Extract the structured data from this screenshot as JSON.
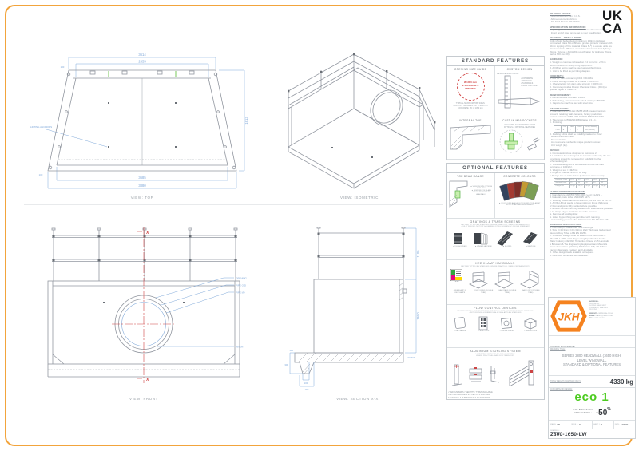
{
  "sheet": {
    "accent_color": "#F2A43C"
  },
  "ukca": {
    "line1": "UK",
    "line2": "CA"
  },
  "views": {
    "top": {
      "label": "VIEW: TOP",
      "dim_top_outer": "3614",
      "dim_top_inner": "2655",
      "dim_right": "1913",
      "dim_bottom_inner": "3685",
      "dim_bottom_outer": "3880",
      "dim_wall_thk": "100",
      "dim_base_edge": "100",
      "leader_note": "LIFTING ANCHORS"
    },
    "isometric": {
      "label": "VIEW: ISOMETRIC"
    },
    "front": {
      "label": "VIEW: FRONT",
      "leader_opening": "OPENING",
      "leader_pipe_od": "PIPE O/D",
      "leader_pipe_id": "PIPE I/D",
      "leader_invert": "INVERT",
      "section_marker": "X"
    },
    "section": {
      "label": "VIEW: SECTION X-X",
      "dim_rail_height": "1100",
      "dim_wall_height": "1650",
      "dim_wall_thk": "100 TYP",
      "dim_slab_edge": "100",
      "dim_base_depth": "300",
      "dim_toe_width": "100",
      "dim_toe_offset": "150"
    }
  },
  "standard_features": {
    "title": "STANDARD FEATURES",
    "opening_guide": {
      "title": "OPENING SIZE GUIDE",
      "circle_line1": "Ø 1000 mm",
      "circle_line2": "◄ MAXIMUM ►",
      "circle_line3": "OPENING",
      "note_title": "TYPICAL MAXIMUM PIPE SIZES:",
      "note_line1": "PLASTIC / TWINWALL: I/D: Ø 1050 mm",
      "note_line2": "CONCRETE: I/D: Ø 1050 mm"
    },
    "custom_design": {
      "title": "CUSTOM DESIGN",
      "subtitle": "BESPOKE SOLUTIONS...",
      "bullets": [
        "•  CONCRETE",
        "•  DRAINAGE",
        "•  HANDRAILS",
        "•  FLOW CONTROL"
      ]
    },
    "integral_toe": {
      "title": "INTEGRAL TOE"
    },
    "cast_in": {
      "title": "CAST-IN M16 SOCKETS",
      "line1": "ACCURATE ALIGNMENT TO JOINT",
      "line2": "FITTINGS & OPTIONAL FEATURES"
    }
  },
  "optional_features": {
    "title": "OPTIONAL FEATURES",
    "toe_beam": {
      "title": "TOE BEAM RANGE",
      "bullets": [
        "▲ VARIOUS SIZE OPTIONS AVAILABLE",
        "▲ BESPOKE TOE SLABS CAN BE RETROFIT TO HEADWALLS"
      ]
    },
    "colours": {
      "title": "CONCRETE COLOURS",
      "bullet": "▲ 34 COLOURS AVAILABLE TO BLEND YOUR ASSET INTO ITS NATURAL ENVIRONMENT"
    },
    "gratings": {
      "title": "GRATINGS & TRASH SCREENS",
      "sub1": "FACTORY FITTED (AS STANDARD / WHERE PRACTICAL / SAFE FOR TRANSPORT)",
      "sub2": "•  FULLY WELDED, HOT DIP GALVANISED STEEL IN BS EN ISO 1461 AS STANDARD",
      "items": [
        "▲ FLUSH (FIXED)",
        "▲ HINGED (ACCESS)",
        "▲ SLOPED",
        "▲ BESPOKE"
      ]
    },
    "handrails": {
      "title": "KEE KLAMP HANDRAILS",
      "sub1": "FACTORY FITTED (AS STANDARD / WHERE PRACTICAL / SAFE FOR TRANSPORT)",
      "logo": "Kee Safety",
      "tube": "Ø #8",
      "items": [
        "• KEE KLAMP #8 KEYCLAMPS",
        "• FULLY FIXED (DOUBLE TUBE)",
        "• HALF RAILS (DOUBLE TUBE)",
        "• BACK ONLY (DOUBLE TUBE)"
      ]
    },
    "flow_control": {
      "title": "FLOW CONTROL DEVICES",
      "sub1": "FACTORY FITTED / CHECKED WHERE PRACTICAL / SAFE FOR TRANSPORT AS STANDARD",
      "sub2": "•  WITH FIXINGS & RUBBER SEALS / SEALANTS AS STANDARD",
      "items": [
        "• FLAP VALVES",
        "• PENSTOCKS",
        "• ORIFICE PLATES",
        "• WEIR BLOCKS"
      ]
    },
    "stoplog": {
      "title": "ALUMINIUM STOPLOG SYSTEM",
      "sub1": "LOWERABLE SAFELY TO RE-SIZE ON DEMAND",
      "sub2": "WHERE PRACTICAL / SAFE FOR TRANSPORT",
      "bullets": [
        "•  VARIOUS SIZES / WEIGHTS / TYPES AVAILABLE",
        "•  LIFTING BRACKETS & T-KEY KITS SUPPLIED,",
        "    EACH WALE & RUBBER SEALS AS STANDARD"
      ]
    }
  },
  "notes": [
    {
      "h": "DRAWING NOTES:",
      "lines": [
        "•  All dimensions in mm U.O.S.",
        "•  All measurements ±2mm.",
        "•  DO NOT SCALE DRAWING."
      ]
    },
    {
      "h": "SPECIFICATION INFORMATION:",
      "lines": [
        "•  Opening in back wall cast to suit outer dimension of pipe.",
        "•  Invert and of pipe can be set to your specification."
      ]
    },
    {
      "h": "HEADWALL INSTALLATION:",
      "lines": [
        "Units should be bedded on minimum 150mm thick well",
        "compacted Class 6N or 6P well graded granular material with",
        "50mm topping of fine material (Class 6L*) to ensure units are",
        "firm and stable. *Manual of contract documents for Highway",
        "Works, Volume 1 (MCHW1) specification for Highway Works,",
        "Series 600 (rev 09)."
      ]
    },
    {
      "h": "HANDLING:",
      "lines": [
        "A.   Weight of concrete is based on 2.4 tonne/m³. +5% is",
        "      recommended for sizing lifting equipment.",
        "B.   All lifting points shall be used as specified below.",
        "C.   Unit to be lifted as per lifting diagram."
      ]
    },
    {
      "h": "CONCRETE:",
      "lines": [
        "A.   Mix ref: Self-compacting DC4 / Db4 Mix.",
        "B.   Lifting strength based on 2 cubes = 20N/mm².",
        "C.   Characteristic (28 day) cube strength = 50N/mm².",
        "D.   Concrete provides Design Chemical Class 4 (DC4) to",
        "      special Digest 1, Table F1."
      ]
    },
    {
      "h": "REINFORCEMENT:",
      "lines": [
        "A.   Reinforcement to BS EN 13369.",
        "B.   Scheduling, dimensions, bends & cutting to BS8666.",
        "C.   Caps to be machine tied with steel wire."
      ]
    },
    {
      "h": "MANUFACTURE:",
      "lines": [
        "A.   Manufacture to BS EN 15258:2008 precast concrete",
        "      products retaining wall elements, factory production",
        "      control certificate 0086-CPR-602948 & BS EN 13369.",
        "B.   Tolerances to BS EN 13369 clause 4.3.1.1.",
        "C.   Finishing:"
      ],
      "table": [
        [
          "",
          "Cast",
          "Sides",
          "Trowel",
          "Face (if formed)"
        ],
        [
          "Class",
          "A",
          "A",
          "U",
          "Std. (smooth)"
        ]
      ]
    },
    {
      "lines": [
        "D.   Marking: Units shall be indelibly marked to show:",
        "•  Mould reference code.",
        "•  De-mould date.",
        "•  Job reference number & unique product number.",
        "•  Unit weight (kg)."
      ]
    },
    {
      "h": "DESIGN:",
      "lines": [
        "A.   Concrete structure designed to Eurocode 2.",
        "B.   Units have been designed as concrete units only, the site",
        "      conditions should be reviewed for suitability by the",
        "      scheme designer.",
        "C.   Units are designed to withstand a vertical live load",
        "      surcharge of 10kN/m².",
        "D.   Weight of soil = 19kN/m³.",
        "E.   Angle of internal friction = 30 Deg.",
        "F.   Design Life as table below (* all cover sizes in mm):"
      ],
      "table": [
        [
          "Exposure Class",
          "XC1",
          "XC3",
          "XC4",
          "XD1",
          "XF1"
        ],
        [
          "Nominal Cover*",
          "25",
          "30",
          "35",
          "40",
          "45"
        ],
        [
          "Design Life",
          "50 yrs",
          "50 yrs",
          "50 yrs",
          "50 yrs",
          "50 yrs"
        ]
      ]
    },
    {
      "h": "FABRICATION SPECIFICATION:",
      "lines": [
        "A.   Manufacture IAW BS 7080:2000 (+A1) CLASS 1.",
        "B.   Material grade to be EN 10025 S275.",
        "C.   Welding IAW BS EN 1090-2 EXC2, BS EN 1011 & 14713.",
        "D.   All fillet & butt welds to have minimum throat thickness",
        "      of 3mm and joints fully welded where possible.",
        "E.   Ensure vertical flats fully welded both sides where possible.",
        "F.   All sharp edges and burrs are to be removed.",
        "G.   Remove all weld splatter.",
        "H.   Holes by punching are permitted with reaming.",
        "I.    Galvanizing process after fabrication to BS EN ISO 1461."
      ]
    },
    {
      "h": "HANDRAIL SPECIFICATION:",
      "lines": [
        "A.   Kee Klamp® Galvanised Size 8 Fittings.",
        "B.   Size 8 (48.3mm O.D.) 3.2mm Wall Thickness Galvanised",
        "      Medium Duty Tube to BS EN 10255.",
        "C.   0.36kN/m Design Load as stated in BS 6180:2011 &",
        "      BS 6399-1:1996. Civil Engineering Specification for the",
        "      Water Industry (CESWI) 7th Edition Clause 2.25 Handrails",
        "      & Balusters & The Engineering Equipment and Materials",
        "      Users Association (EEMUA) Publication 105, 7th Edition",
        "      Factory Stairways, Ladders and Handrails.",
        "D.   Other design loads available on request.",
        "E.   GRP/FRP Handrails also available."
      ]
    }
  ],
  "titleblock": {
    "logo_text": "JKH",
    "address_label": "ADDRESS:",
    "address_lines": [
      "JKH LIMITED",
      "DOZENS BANK, WEST",
      "PINCHBECK, SPALDING",
      "PE11 3ND"
    ],
    "website_label": "WEBSITE:",
    "website": "WWW.JKH.CO.UK",
    "email_label": "EMAIL:",
    "email": "SALES@JKH.CO.UK",
    "tel_label": "TEL:",
    "tel": "01775 710843",
    "disclaimer_title": "COPYRIGHT & CONFIDENTIAL:",
    "disclaimer_lines": [
      "Information contained on this drawing is the sole property",
      "of JKH Drainage Units Ltd. Any reproduction in part or as a",
      "whole without written permission is strictly prohibited."
    ],
    "drawing_title_label": "DRAWING TITLE:",
    "title_line1": "SERIES 2800 HEADWALL (1650 HIGH)",
    "title_line2": "LEVEL WINGWALL",
    "title_line3": "STANDARD & OPTIONAL FEATURES",
    "weight_label": "TOTAL WEIGHT (CASTINGS ONLY):",
    "weight_value": "4330 kg",
    "mix_label": "CONCRETE MIX DESIGN:",
    "eco_text": "eco 1",
    "eco_line1": "CO² EMISSION",
    "eco_line2": "REDUCTION ↓",
    "eco_value": "-50",
    "eco_pct": "%",
    "fields": [
      {
        "label": "DRAWN:",
        "value": "PN"
      },
      {
        "label": "ISSUE #:",
        "value": "01"
      },
      {
        "label": "SHEET #:",
        "value": "1"
      },
      {
        "label": "DATE:",
        "value": "12/2024"
      }
    ],
    "drawing_no_label": "DRAWING #:",
    "drawing_no": "2800-1650-LW"
  }
}
